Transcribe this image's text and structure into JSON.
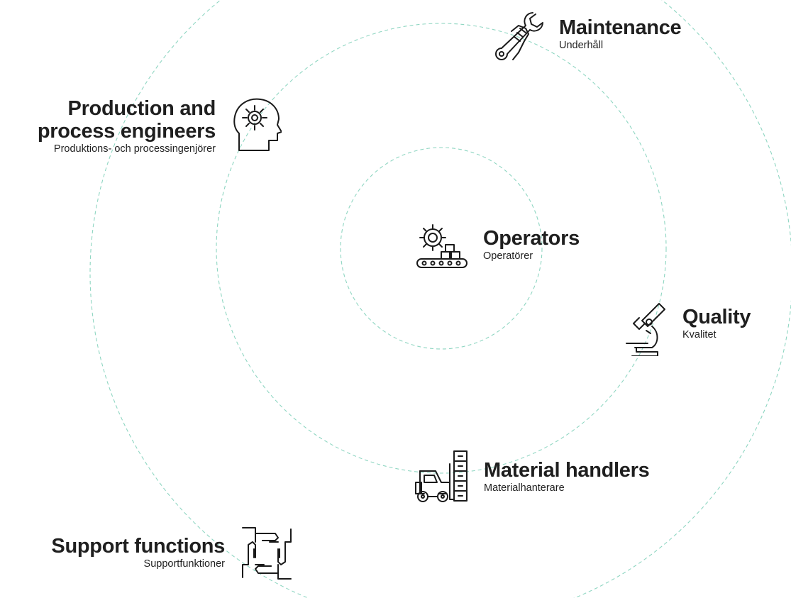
{
  "colors": {
    "ring": "#8fd6c2",
    "text": "#1f1f1f",
    "icon": "#1a1a1a",
    "background": "#ffffff"
  },
  "roles": {
    "operators": {
      "title": "Operators",
      "subtitle": "Operatörer",
      "icon": "gear-conveyor-icon"
    },
    "maintenance": {
      "title": "Maintenance",
      "subtitle": "Underhåll",
      "icon": "wrench-hand-icon"
    },
    "production": {
      "title_line1": "Production and",
      "title_line2": "process engineers",
      "subtitle": "Produktions- och processingenjörer",
      "icon": "head-gear-icon"
    },
    "quality": {
      "title": "Quality",
      "subtitle": "Kvalitet",
      "icon": "microscope-icon"
    },
    "material": {
      "title": "Material handlers",
      "subtitle": "Materialhanterare",
      "icon": "forklift-icon"
    },
    "support": {
      "title": "Support functions",
      "subtitle": "Supportfunktioner",
      "icon": "joined-hands-icon"
    }
  }
}
